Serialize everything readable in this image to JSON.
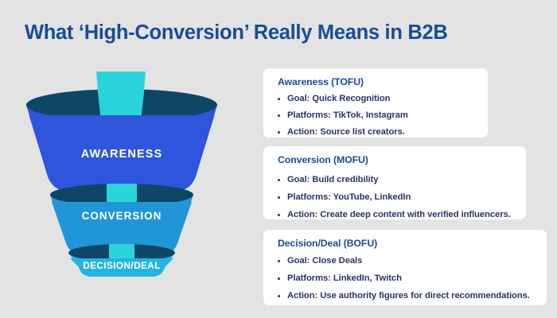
{
  "page": {
    "title": "What ‘High-Conversion’ Really Means in B2B",
    "background_color": "#e3e3e3",
    "title_color": "#184b98"
  },
  "funnel": {
    "stream_color": "#2bd3dd",
    "stages": [
      {
        "label": "AWARENESS",
        "body_color": "#2f55dd",
        "rim_color": "#0e4668"
      },
      {
        "label": "CONVERSION",
        "body_color": "#2196d6",
        "rim_color": "#0e4668"
      },
      {
        "label": "DECISION/DEAL",
        "body_color": "#25b4e0",
        "rim_color": "#0e4668"
      }
    ]
  },
  "cards": [
    {
      "heading": "Awareness (TOFU)",
      "bullets": [
        "Goal: Quick Recognition",
        "Platforms: TikTok, Instagram",
        "Action: Source list creators."
      ]
    },
    {
      "heading": "Conversion (MOFU)",
      "bullets": [
        "Goal: Build credibility",
        "Platforms: YouTube, LinkedIn",
        "Action: Create deep content with verified influencers."
      ]
    },
    {
      "heading": "Decision/Deal (BOFU)",
      "bullets": [
        "Goal: Close Deals",
        "Platforms: LinkedIn, Twitch",
        "Action: Use authority figures for direct recommendations."
      ]
    }
  ]
}
